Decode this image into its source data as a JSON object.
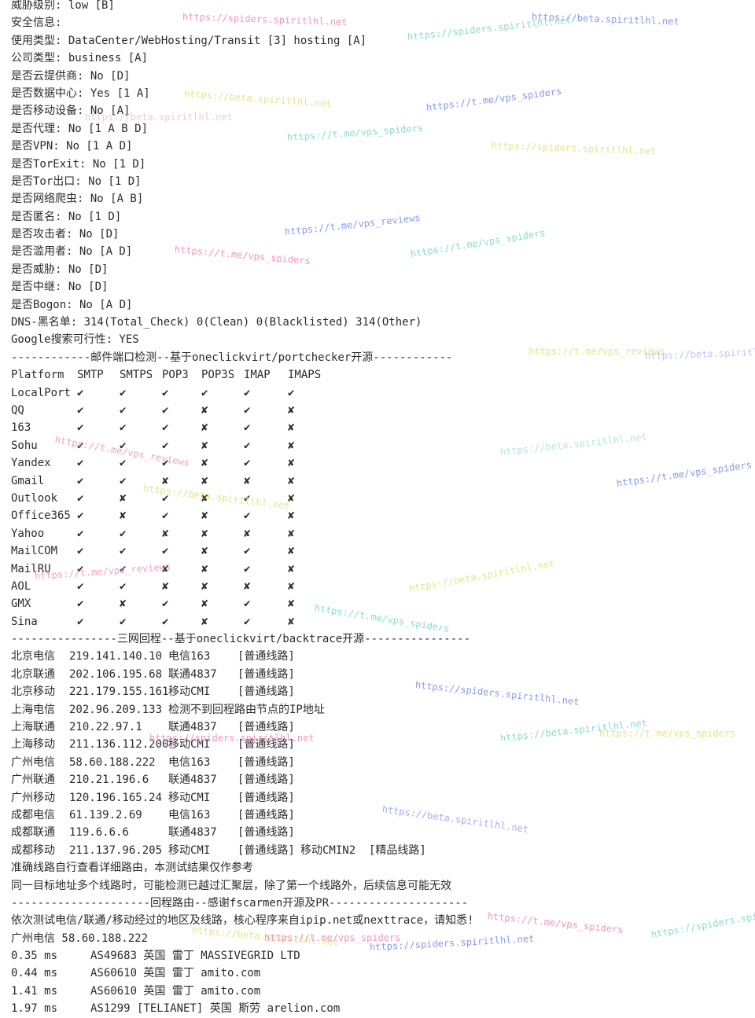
{
  "info_lines": [
    "威胁级别: low [B]",
    "安全信息:",
    "使用类型: DataCenter/WebHosting/Transit [3] hosting [A]",
    "公司类型: business [A]",
    "是否云提供商: No [D]",
    "是否数据中心: Yes [1 A]",
    "是否移动设备: No [A]",
    "是否代理: No [1 A B D]",
    "是否VPN: No [1 A D]",
    "是否TorExit: No [1 D]",
    "是否Tor出口: No [1 D]",
    "是否网络爬虫: No [A B]",
    "是否匿名: No [1 D]",
    "是否攻击者: No [D]",
    "是否滥用者: No [A D]",
    "是否威胁: No [D]",
    "是否中继: No [D]",
    "是否Bogon: No [A D]",
    "DNS-黑名单: 314(Total_Check) 0(Clean) 0(Blacklisted) 314(Other)",
    "Google搜索可行性: YES"
  ],
  "mail_section": {
    "title": "------------邮件端口检测--基于oneclickvirt/portchecker开源------------",
    "headers": [
      "Platform",
      "SMTP",
      "SMTPS",
      "POP3",
      "POP3S",
      "IMAP",
      "IMAPS"
    ],
    "rows": [
      [
        "LocalPort",
        "✔",
        "✔",
        "✔",
        "✔",
        "✔",
        "✔"
      ],
      [
        "QQ",
        "✔",
        "✔",
        "✔",
        "✘",
        "✔",
        "✘"
      ],
      [
        "163",
        "✔",
        "✔",
        "✔",
        "✘",
        "✔",
        "✘"
      ],
      [
        "Sohu",
        "✔",
        "✔",
        "✔",
        "✘",
        "✔",
        "✘"
      ],
      [
        "Yandex",
        "✔",
        "✔",
        "✔",
        "✘",
        "✔",
        "✘"
      ],
      [
        "Gmail",
        "✔",
        "✔",
        "✘",
        "✘",
        "✘",
        "✘"
      ],
      [
        "Outlook",
        "✔",
        "✘",
        "✔",
        "✘",
        "✔",
        "✘"
      ],
      [
        "Office365",
        "✔",
        "✘",
        "✔",
        "✘",
        "✔",
        "✘"
      ],
      [
        "Yahoo",
        "✔",
        "✔",
        "✘",
        "✘",
        "✘",
        "✘"
      ],
      [
        "MailCOM",
        "✔",
        "✔",
        "✔",
        "✘",
        "✔",
        "✘"
      ],
      [
        "MailRU",
        "✔",
        "✔",
        "✘",
        "✘",
        "✔",
        "✘"
      ],
      [
        "AOL",
        "✔",
        "✔",
        "✘",
        "✘",
        "✘",
        "✘"
      ],
      [
        "GMX",
        "✔",
        "✘",
        "✔",
        "✘",
        "✔",
        "✘"
      ],
      [
        "Sina",
        "✔",
        "✔",
        "✔",
        "✘",
        "✔",
        "✘"
      ]
    ]
  },
  "backtrace_section": {
    "title": "----------------三网回程--基于oneclickvirt/backtrace开源----------------",
    "rows": [
      [
        "北京电信",
        "219.141.140.10",
        "电信163",
        "[普通线路]",
        ""
      ],
      [
        "北京联通",
        "202.106.195.68",
        "联通4837",
        "[普通线路]",
        ""
      ],
      [
        "北京移动",
        "221.179.155.161",
        "移动CMI",
        "[普通线路]",
        ""
      ],
      [
        "上海电信",
        "202.96.209.133",
        "检测不到回程路由节点的IP地址",
        "",
        ""
      ],
      [
        "上海联通",
        "210.22.97.1",
        "联通4837",
        "[普通线路]",
        ""
      ],
      [
        "上海移动",
        "211.136.112.200",
        "移动CMI",
        "[普通线路]",
        ""
      ],
      [
        "广州电信",
        "58.60.188.222",
        "电信163",
        "[普通线路]",
        ""
      ],
      [
        "广州联通",
        "210.21.196.6",
        "联通4837",
        "[普通线路]",
        ""
      ],
      [
        "广州移动",
        "120.196.165.24",
        "移动CMI",
        "[普通线路]",
        ""
      ],
      [
        "成都电信",
        "61.139.2.69",
        "电信163",
        "[普通线路]",
        ""
      ],
      [
        "成都联通",
        "119.6.6.6",
        "联通4837",
        "[普通线路]",
        ""
      ],
      [
        "成都移动",
        "211.137.96.205",
        "移动CMI",
        "[普通线路]",
        "移动CMIN2  [精品线路]"
      ]
    ],
    "notes": [
      "准确线路自行查看详细路由，本测试结果仅作参考",
      "同一目标地址多个线路时，可能检测已越过汇聚层，除了第一个线路外，后续信息可能无效"
    ]
  },
  "route_section": {
    "title": "---------------------回程路由--感谢fscarmen开源及PR---------------------",
    "intro": "依次测试电信/联通/移动经过的地区及线路，核心程序来自ipip.net或nexttrace，请知悉!",
    "target": "广州电信 58.60.188.222",
    "hops": [
      {
        "latency": "0.35 ms",
        "info": "AS49683 英国 雷丁 MASSIVEGRID LTD"
      },
      {
        "latency": "0.44 ms",
        "info": "AS60610 英国 雷丁 amito.com"
      },
      {
        "latency": "1.41 ms",
        "info": "AS60610 英国 雷丁 amito.com"
      },
      {
        "latency": "1.97 ms",
        "info": "AS1299 [TELIANET] 英国 斯劳 arelion.com"
      }
    ]
  },
  "watermarks": [
    "https://beta.spiritlhl.net",
    "https://spiders.spiritlhl.net",
    "https://t.me/vps_spiders",
    "https://t.me/vps_reviews"
  ],
  "colors": {
    "text": "#2b2b2b",
    "watermark_1": "#7b8ef0",
    "watermark_2": "#f08bb5",
    "watermark_3": "#7fd7cf",
    "watermark_4": "#e9df7a"
  }
}
